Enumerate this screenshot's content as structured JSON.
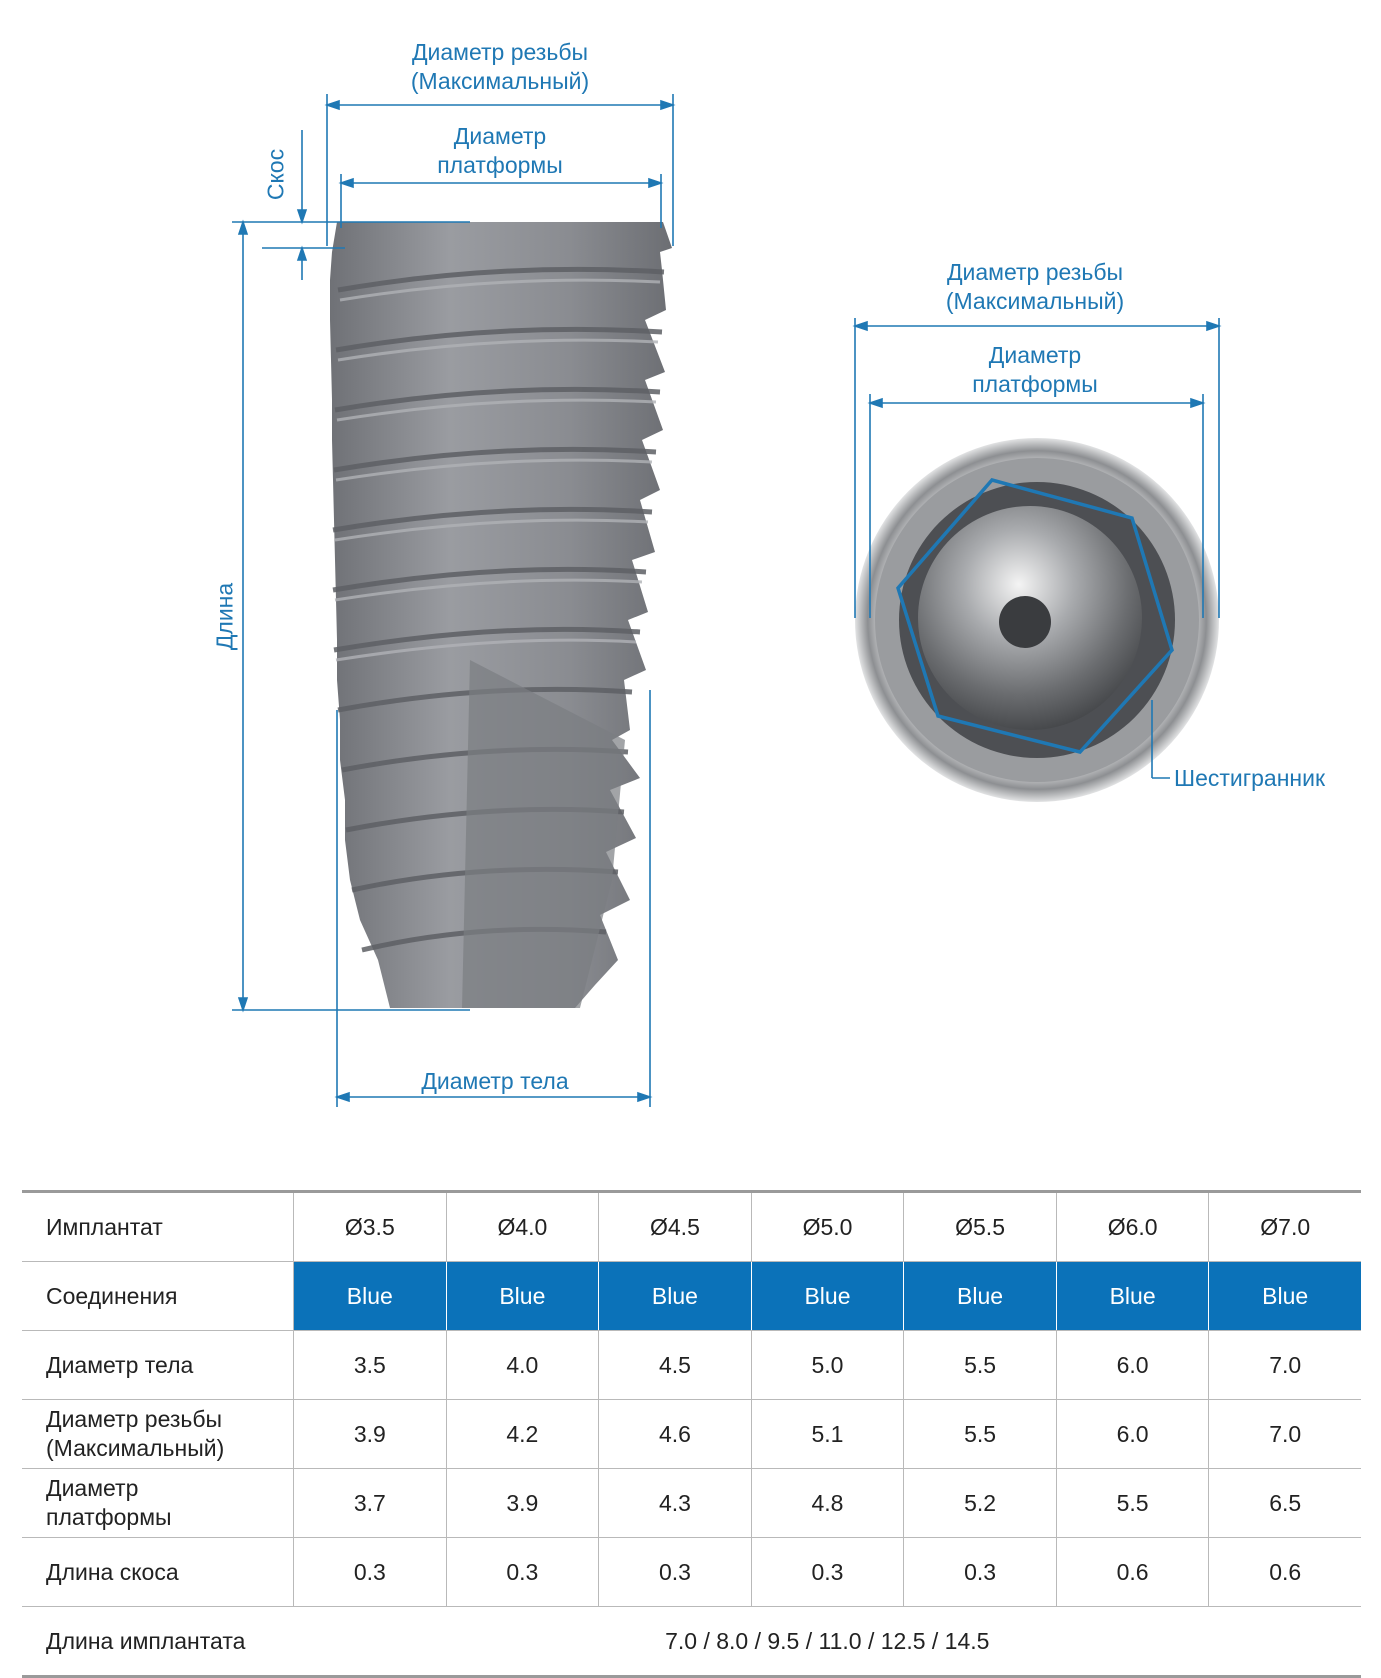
{
  "side_view": {
    "thread_diameter_label": [
      "Диаметр резьбы",
      "(Максимальный)"
    ],
    "platform_diameter_label": [
      "Диаметр",
      "платформы"
    ],
    "bevel_label": "Скос",
    "length_label": "Длина",
    "body_diameter_label": "Диаметр тела"
  },
  "top_view": {
    "thread_diameter_label": [
      "Диаметр резьбы",
      "(Максимальный)"
    ],
    "platform_diameter_label": [
      "Диаметр",
      "платформы"
    ],
    "hex_label": "Шестигранник"
  },
  "colors": {
    "accent": "#1f78b4",
    "connection_fill": "#0b72b9",
    "implant_gray": "#8c8e93"
  },
  "table": {
    "headers": [
      "Имплантат",
      "Ø3.5",
      "Ø4.0",
      "Ø4.5",
      "Ø5.0",
      "Ø5.5",
      "Ø6.0",
      "Ø7.0"
    ],
    "connection": {
      "label": "Соединения",
      "values": [
        "Blue",
        "Blue",
        "Blue",
        "Blue",
        "Blue",
        "Blue",
        "Blue"
      ]
    },
    "body_diameter": {
      "label": "Диаметр тела",
      "values": [
        "3.5",
        "4.0",
        "4.5",
        "5.0",
        "5.5",
        "6.0",
        "7.0"
      ]
    },
    "thread_diameter": {
      "label": [
        "Диаметр резьбы",
        "(Максимальный)"
      ],
      "values": [
        "3.9",
        "4.2",
        "4.6",
        "5.1",
        "5.5",
        "6.0",
        "7.0"
      ]
    },
    "platform_diameter": {
      "label": [
        "Диаметр",
        "платформы"
      ],
      "values": [
        "3.7",
        "3.9",
        "4.3",
        "4.8",
        "5.2",
        "5.5",
        "6.5"
      ]
    },
    "bevel_length": {
      "label": "Длина скоса",
      "values": [
        "0.3",
        "0.3",
        "0.3",
        "0.3",
        "0.3",
        "0.6",
        "0.6"
      ]
    },
    "implant_length": {
      "label": "Длина имплантата",
      "value": "7.0 / 8.0 / 9.5 / 11.0 / 12.5 / 14.5"
    }
  }
}
